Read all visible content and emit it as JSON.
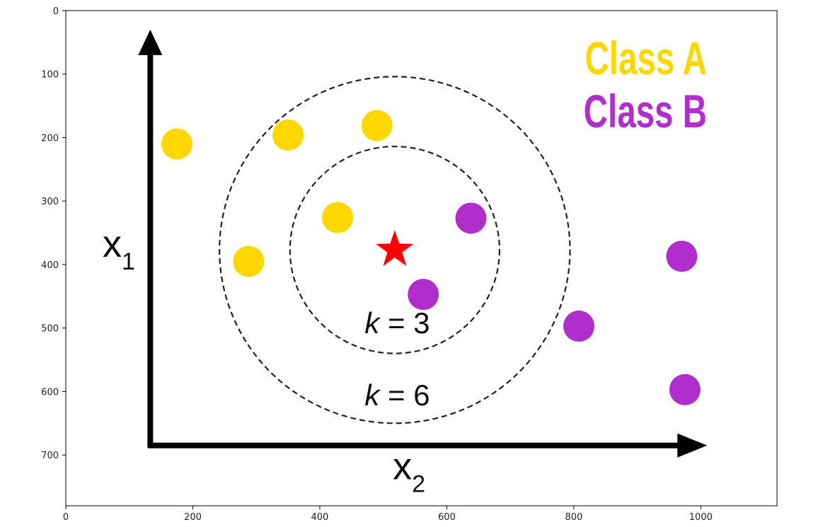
{
  "chart_data": {
    "type": "scatter",
    "xlim": [
      0,
      1120
    ],
    "ylim": [
      780,
      0
    ],
    "x_ticks": [
      0,
      200,
      400,
      600,
      800,
      1000
    ],
    "y_ticks": [
      0,
      100,
      200,
      300,
      400,
      500,
      600,
      700
    ],
    "grid": false,
    "legend_placement": "top-right",
    "series": [
      {
        "name": "Class A",
        "color": "#FFD700",
        "points": [
          {
            "x": 175,
            "y": 210
          },
          {
            "x": 350,
            "y": 196
          },
          {
            "x": 490,
            "y": 181
          },
          {
            "x": 428,
            "y": 326
          },
          {
            "x": 288,
            "y": 395
          }
        ]
      },
      {
        "name": "Class B",
        "color": "#B02ECC",
        "points": [
          {
            "x": 638,
            "y": 327
          },
          {
            "x": 563,
            "y": 447
          },
          {
            "x": 808,
            "y": 497
          },
          {
            "x": 970,
            "y": 387
          },
          {
            "x": 975,
            "y": 597
          }
        ]
      }
    ],
    "query_point": {
      "x": 518,
      "y": 377,
      "color": "#FF0000"
    },
    "neighborhoods": [
      {
        "label_k": "k",
        "label_rest": " = 3",
        "cx": 518,
        "cy": 377,
        "rx": 165,
        "ry": 163,
        "label_x": 522,
        "label_y": 508
      },
      {
        "label_k": "k",
        "label_rest": " = 6",
        "cx": 518,
        "cy": 377,
        "rx": 276,
        "ry": 273,
        "label_x": 522,
        "label_y": 622
      }
    ],
    "arrows": {
      "origin": {
        "x": 133,
        "y": 685
      },
      "vertical_top_y": 30,
      "horizontal_end_x": 1010
    },
    "axis_vars": {
      "vertical": {
        "main": "x",
        "sub": "1",
        "x": 58,
        "y": 388
      },
      "horizontal": {
        "main": "x",
        "sub": "2",
        "x": 515,
        "y": 738
      }
    },
    "legend": [
      {
        "text": "Class A",
        "color": "#FFD700"
      },
      {
        "text": "Class B",
        "color": "#B02ECC"
      }
    ]
  }
}
